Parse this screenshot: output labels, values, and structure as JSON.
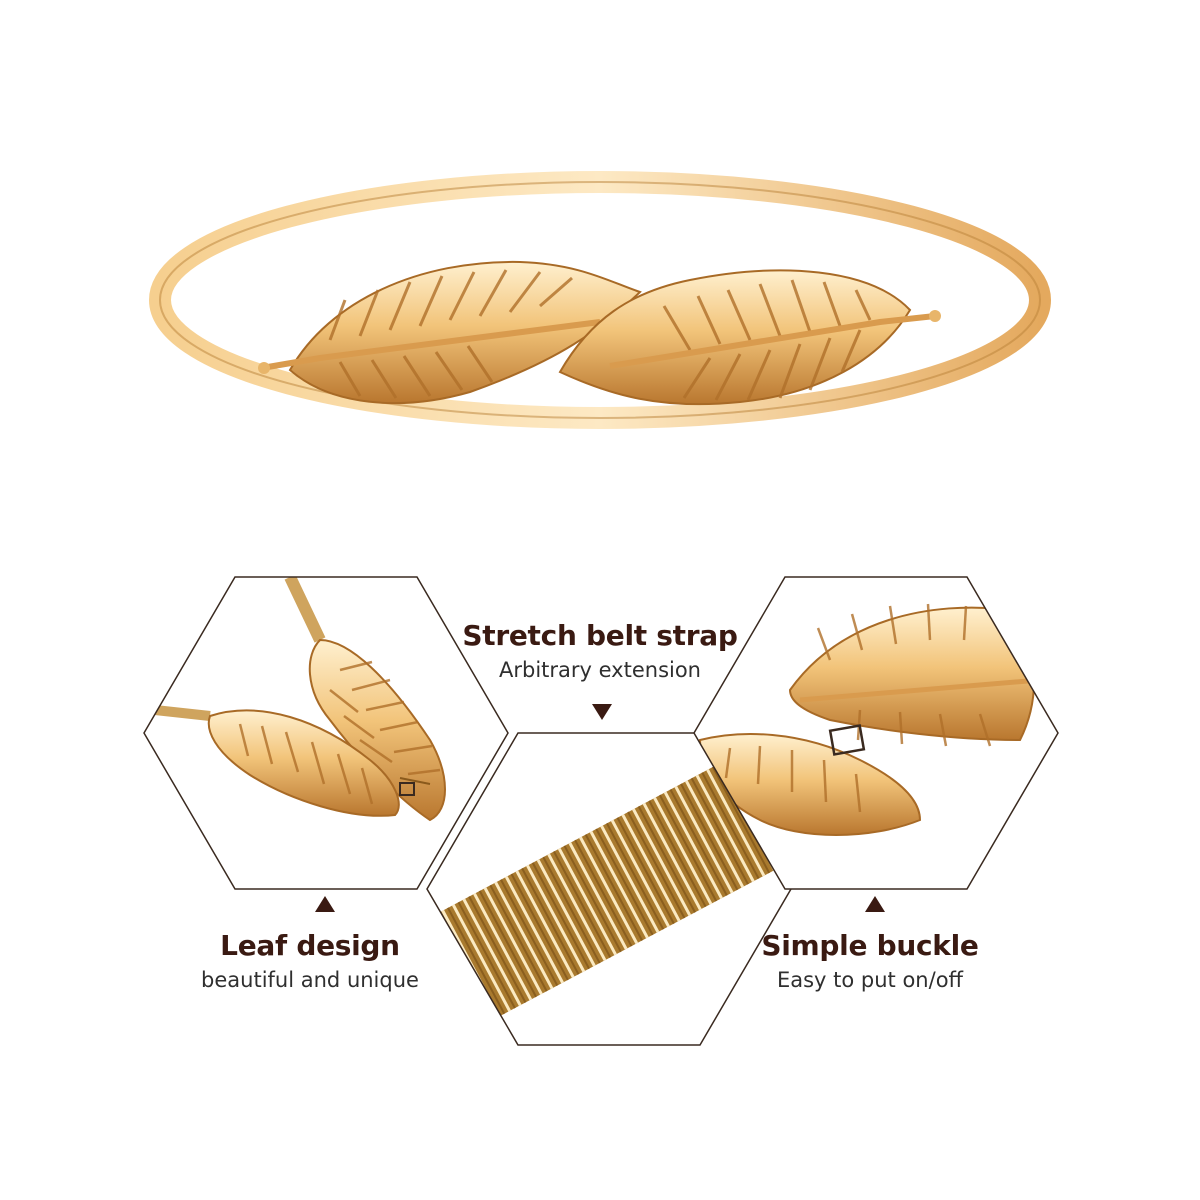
{
  "features": [
    {
      "title": "Stretch belt strap",
      "subtitle": "Arbitrary extension"
    },
    {
      "title": "Leaf design",
      "subtitle": "beautiful and unique"
    },
    {
      "title": "Simple buckle",
      "subtitle": "Easy to put on/off"
    }
  ],
  "colors": {
    "title": "#3a1a12",
    "subtitle": "#2f2f2f",
    "gold_light": "#fbe2b5",
    "gold_mid": "#e9b366",
    "gold_dark": "#b57530",
    "hex_stroke": "#3a2a20"
  }
}
